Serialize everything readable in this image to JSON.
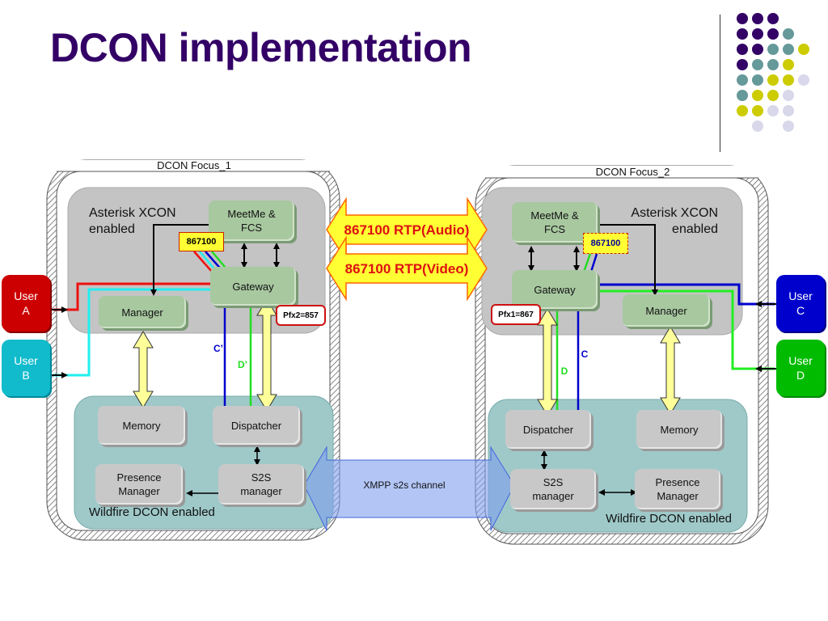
{
  "slide": {
    "title": "DCON implementation"
  },
  "decor": {
    "dot_colors": {
      "purple": "#330066",
      "teal": "#669999",
      "yellow": "#cccc00",
      "lavender": "#d8d8ea"
    }
  },
  "focus1": {
    "label": "DCON Focus_1",
    "xcon_label": "Asterisk XCON enabled",
    "meetme": "MeetMe & FCS",
    "gateway": "Gateway",
    "manager": "Manager",
    "prefix_tag": "867100",
    "pfx_tag": "Pfx2=857",
    "line_c": "C’",
    "line_d": "D’",
    "wildfire_label": "Wildfire DCON enabled",
    "memory": "Memory",
    "dispatcher": "Dispatcher",
    "presence": "Presence Manager",
    "s2s": "S2S manager"
  },
  "focus2": {
    "label": "DCON Focus_2",
    "xcon_label": "Asterisk XCON enabled",
    "meetme": "MeetMe & FCS",
    "gateway": "Gateway",
    "manager": "Manager",
    "prefix_tag": "867100",
    "pfx_tag": "Pfx1=867",
    "line_c": "C",
    "line_d": "D",
    "wildfire_label": "Wildfire DCON enabled",
    "memory": "Memory",
    "dispatcher": "Dispatcher",
    "presence": "Presence Manager",
    "s2s": "S2S manager"
  },
  "channels": {
    "audio": "867100 RTP(Audio)",
    "video": "867100 RTP(Video)",
    "xmpp": "XMPP s2s channel"
  },
  "users": {
    "a": {
      "line1": "User",
      "line2": "A",
      "color": "#cc0000"
    },
    "b": {
      "line1": "User",
      "line2": "B",
      "color": "#00bbbb"
    },
    "c": {
      "line1": "User",
      "line2": "C",
      "color": "#0000cc"
    },
    "d": {
      "line1": "User",
      "line2": "D",
      "color": "#00bb00"
    }
  }
}
